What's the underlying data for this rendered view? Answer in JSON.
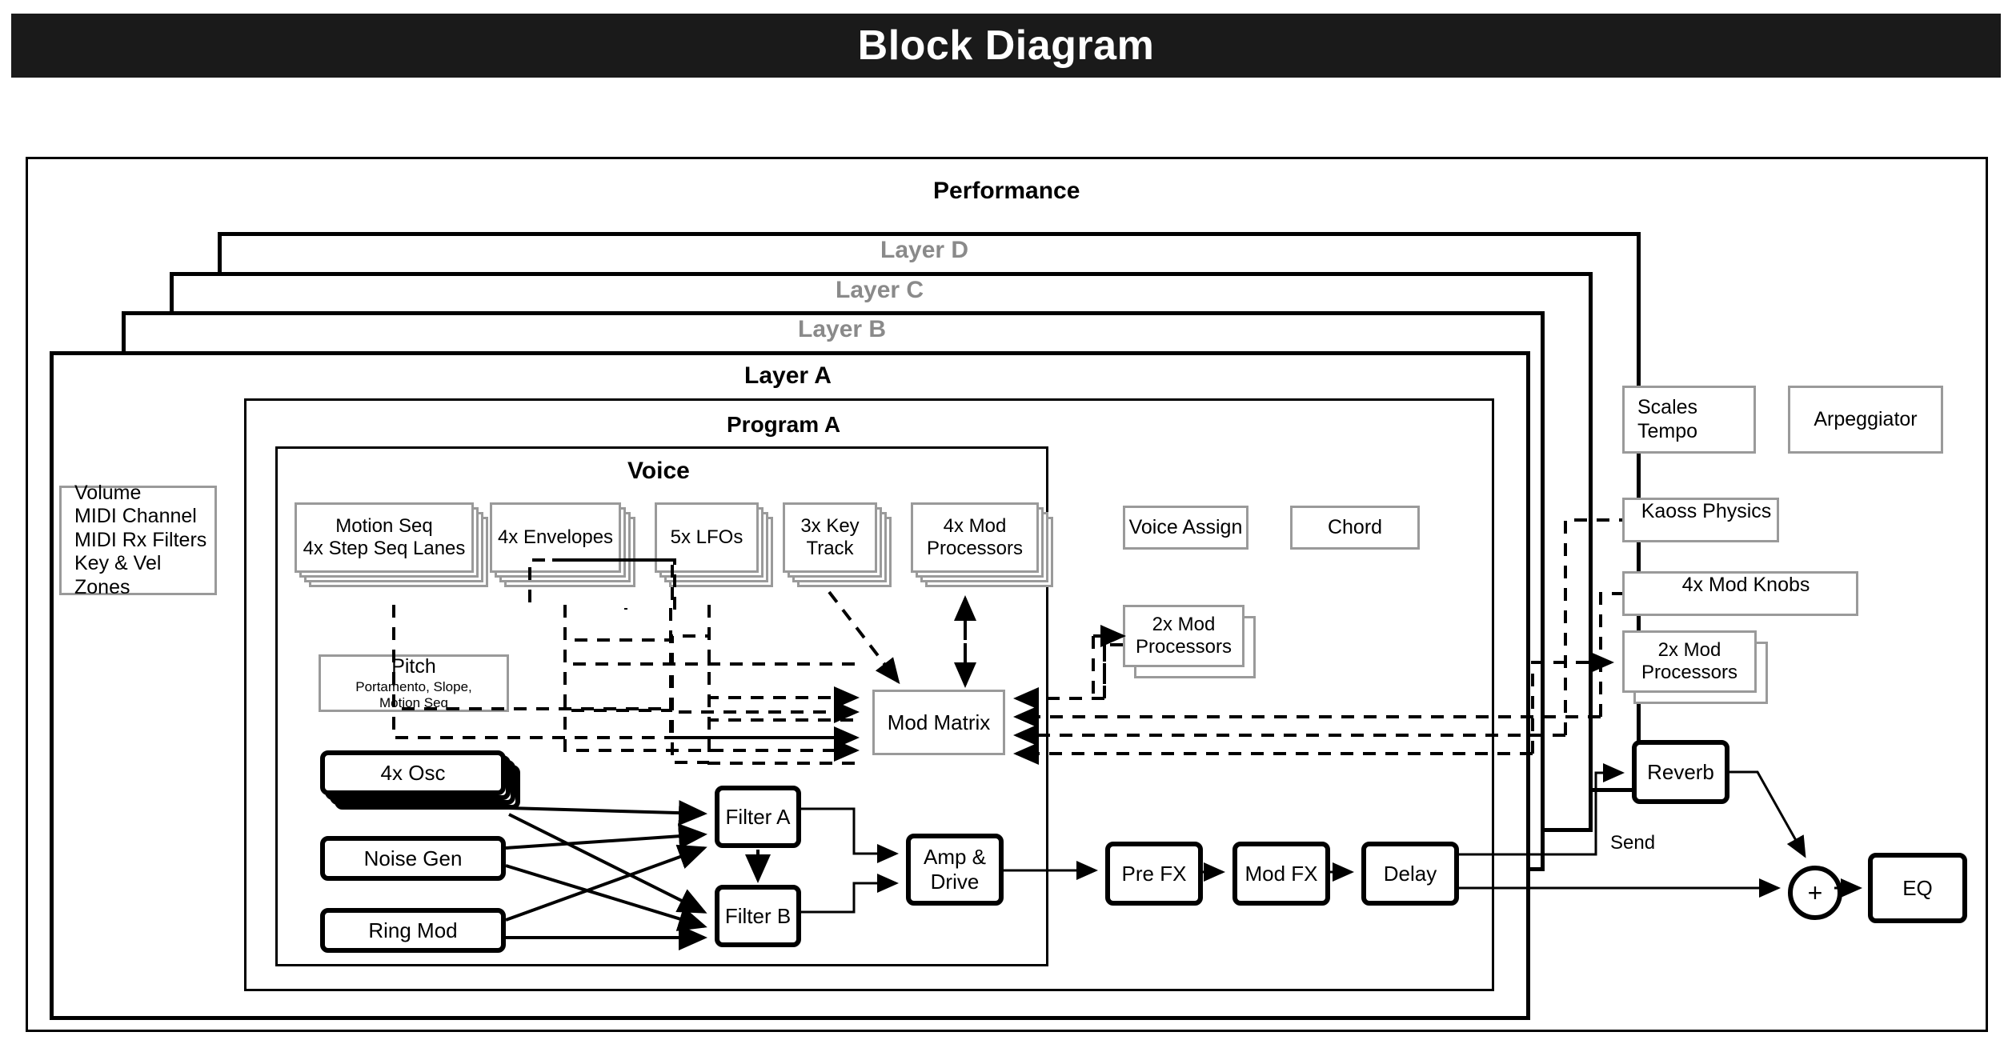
{
  "title": "Block Diagram",
  "containers": {
    "performance": "Performance",
    "layer_d": "Layer D",
    "layer_c": "Layer C",
    "layer_b": "Layer B",
    "layer_a": "Layer A",
    "program_a": "Program A",
    "voice": "Voice"
  },
  "layer_settings": {
    "lines": [
      "Volume",
      "MIDI Channel",
      "MIDI Rx Filters",
      "Key & Vel Zones"
    ]
  },
  "modulators": {
    "motion_seq_line1": "Motion Seq",
    "motion_seq_line2": "4x Step Seq Lanes",
    "envelopes": "4x Envelopes",
    "lfos": "5x LFOs",
    "key_track_line1": "3x Key",
    "key_track_line2": "Track",
    "mod_processors_line1": "4x Mod",
    "mod_processors_line2": "Processors"
  },
  "pitch": {
    "title": "Pitch",
    "detail_line1": "Portamento, Slope,",
    "detail_line2": "Motion Seq"
  },
  "mod_matrix": "Mod Matrix",
  "voice_controls": {
    "voice_assign": "Voice Assign",
    "chord": "Chord",
    "program_mod_line1": "2x Mod",
    "program_mod_line2": "Processors"
  },
  "sources": {
    "osc": "4x Osc",
    "noise": "Noise Gen",
    "ring_mod": "Ring Mod"
  },
  "filters": {
    "filter_a": "Filter A",
    "filter_b": "Filter B"
  },
  "amp": {
    "line1": "Amp &",
    "line2": "Drive"
  },
  "effects": {
    "pre_fx": "Pre FX",
    "mod_fx": "Mod FX",
    "delay": "Delay",
    "reverb": "Reverb",
    "send_label": "Send",
    "sum_symbol": "+",
    "eq": "EQ"
  },
  "global": {
    "scales_line1": "Scales",
    "scales_line2": "Tempo",
    "arpeggiator": "Arpeggiator",
    "kaoss_physics": "Kaoss Physics",
    "mod_knobs": "4x Mod Knobs",
    "perf_mod_line1": "2x Mod",
    "perf_mod_line2": "Processors"
  },
  "colors": {
    "title_bar_bg": "#1a1a1a",
    "title_text": "#ffffff",
    "module_border": "#9a9a9a",
    "signal_border": "#000000",
    "inactive_layer_text": "#8a8a8a",
    "page_bg": "#ffffff"
  }
}
